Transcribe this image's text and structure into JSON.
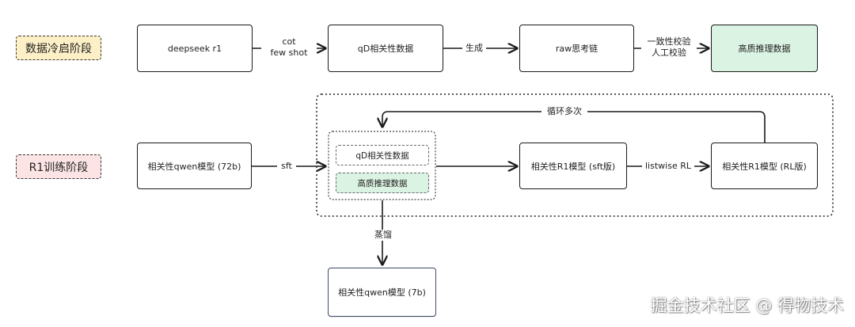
{
  "stages": {
    "cold_start": "数据冷启阶段",
    "r1_training": "R1训练阶段"
  },
  "top_row": {
    "deepseek": "deepseek r1",
    "cot_label_1": "cot",
    "cot_label_2": "few shot",
    "qd_data": "qD相关性数据",
    "generate_label": "生成",
    "raw_chain": "raw思考链",
    "verify_label_1": "一致性校验",
    "verify_label_2": "人工校验",
    "hq_data": "高质推理数据"
  },
  "bottom_row": {
    "qwen72": "相关性qwen模型 (72b)",
    "sft_label": "sft",
    "inner_qd": "qD相关性数据",
    "inner_hq": "高质推理数据",
    "r1_sft": "相关性R1模型 (sft版)",
    "listwise_label": "listwise RL",
    "r1_rl": "相关性R1模型 (RL版)",
    "loop_label": "循环多次",
    "distill_label": "蒸馏",
    "qwen7": "相关性qwen模型 (7b)"
  },
  "watermark": "掘金技术社区 @ 得物技术",
  "colors": {
    "green_fill": "#dbf3e2",
    "yellow_stage": "#fdf0c7",
    "pink_stage": "#fce4e4"
  }
}
